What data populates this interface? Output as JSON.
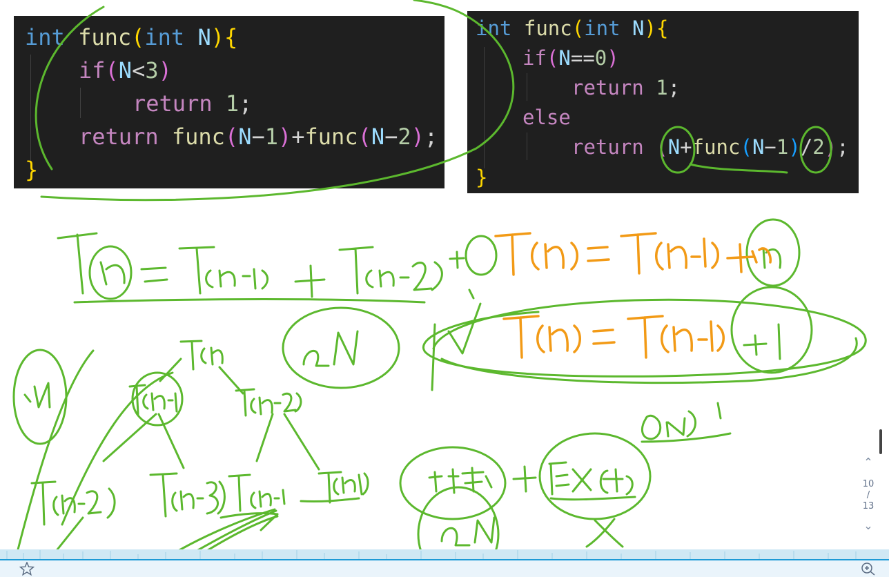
{
  "left_code": {
    "line1": {
      "type": "int",
      "name": "func",
      "open": "(",
      "ptype": "int",
      "param": "N",
      "close": ")",
      "brace": "{"
    },
    "line2": {
      "kw": "if",
      "open": "(",
      "cond_var": "N",
      "cond_op": "<",
      "cond_num": "3",
      "close": ")"
    },
    "line3": {
      "kw": "return",
      "value": "1",
      "semi": ";"
    },
    "line4": {
      "kw": "return",
      "call1": "func",
      "o1": "(",
      "a1": "N",
      "m1": "−",
      "n1": "1",
      "c1": ")",
      "plus": "+",
      "call2": "func",
      "o2": "(",
      "a2": "N",
      "m2": "−",
      "n2": "2",
      "c2": ")",
      "semi": ";"
    },
    "line5": {
      "brace": "}"
    }
  },
  "right_code": {
    "line1": {
      "type": "int",
      "name": "func",
      "open": "(",
      "ptype": "int",
      "param": "N",
      "close": ")",
      "brace": "{"
    },
    "line2": {
      "kw": "if",
      "open": "(",
      "cond": "N",
      "op": "==",
      "num": "0",
      "close": ")"
    },
    "line3": {
      "kw": "return",
      "value": "1",
      "semi": ";"
    },
    "line4": {
      "kw": "else"
    },
    "line5": {
      "kw": "return",
      "o1": "(",
      "a1": "N",
      "plus": "+",
      "call": "func",
      "o2": "(",
      "a2": "N",
      "minus": "−",
      "n1": "1",
      "c2": ")",
      "div": "/",
      "n2": "2",
      "c1": ")",
      "semi": ";"
    },
    "line6": {
      "brace": "}"
    }
  },
  "pager": {
    "current": "10",
    "separator": "/",
    "total": "13"
  },
  "icons": {
    "up": "chevron-up-icon",
    "down": "chevron-down-icon",
    "star": "star-icon",
    "zoom": "zoom-in-icon"
  },
  "colors": {
    "ink_green": "#5cb82e",
    "ink_orange": "#f29a16",
    "editor_bg": "#1f1f1f",
    "progress": "#1c9ad6"
  }
}
